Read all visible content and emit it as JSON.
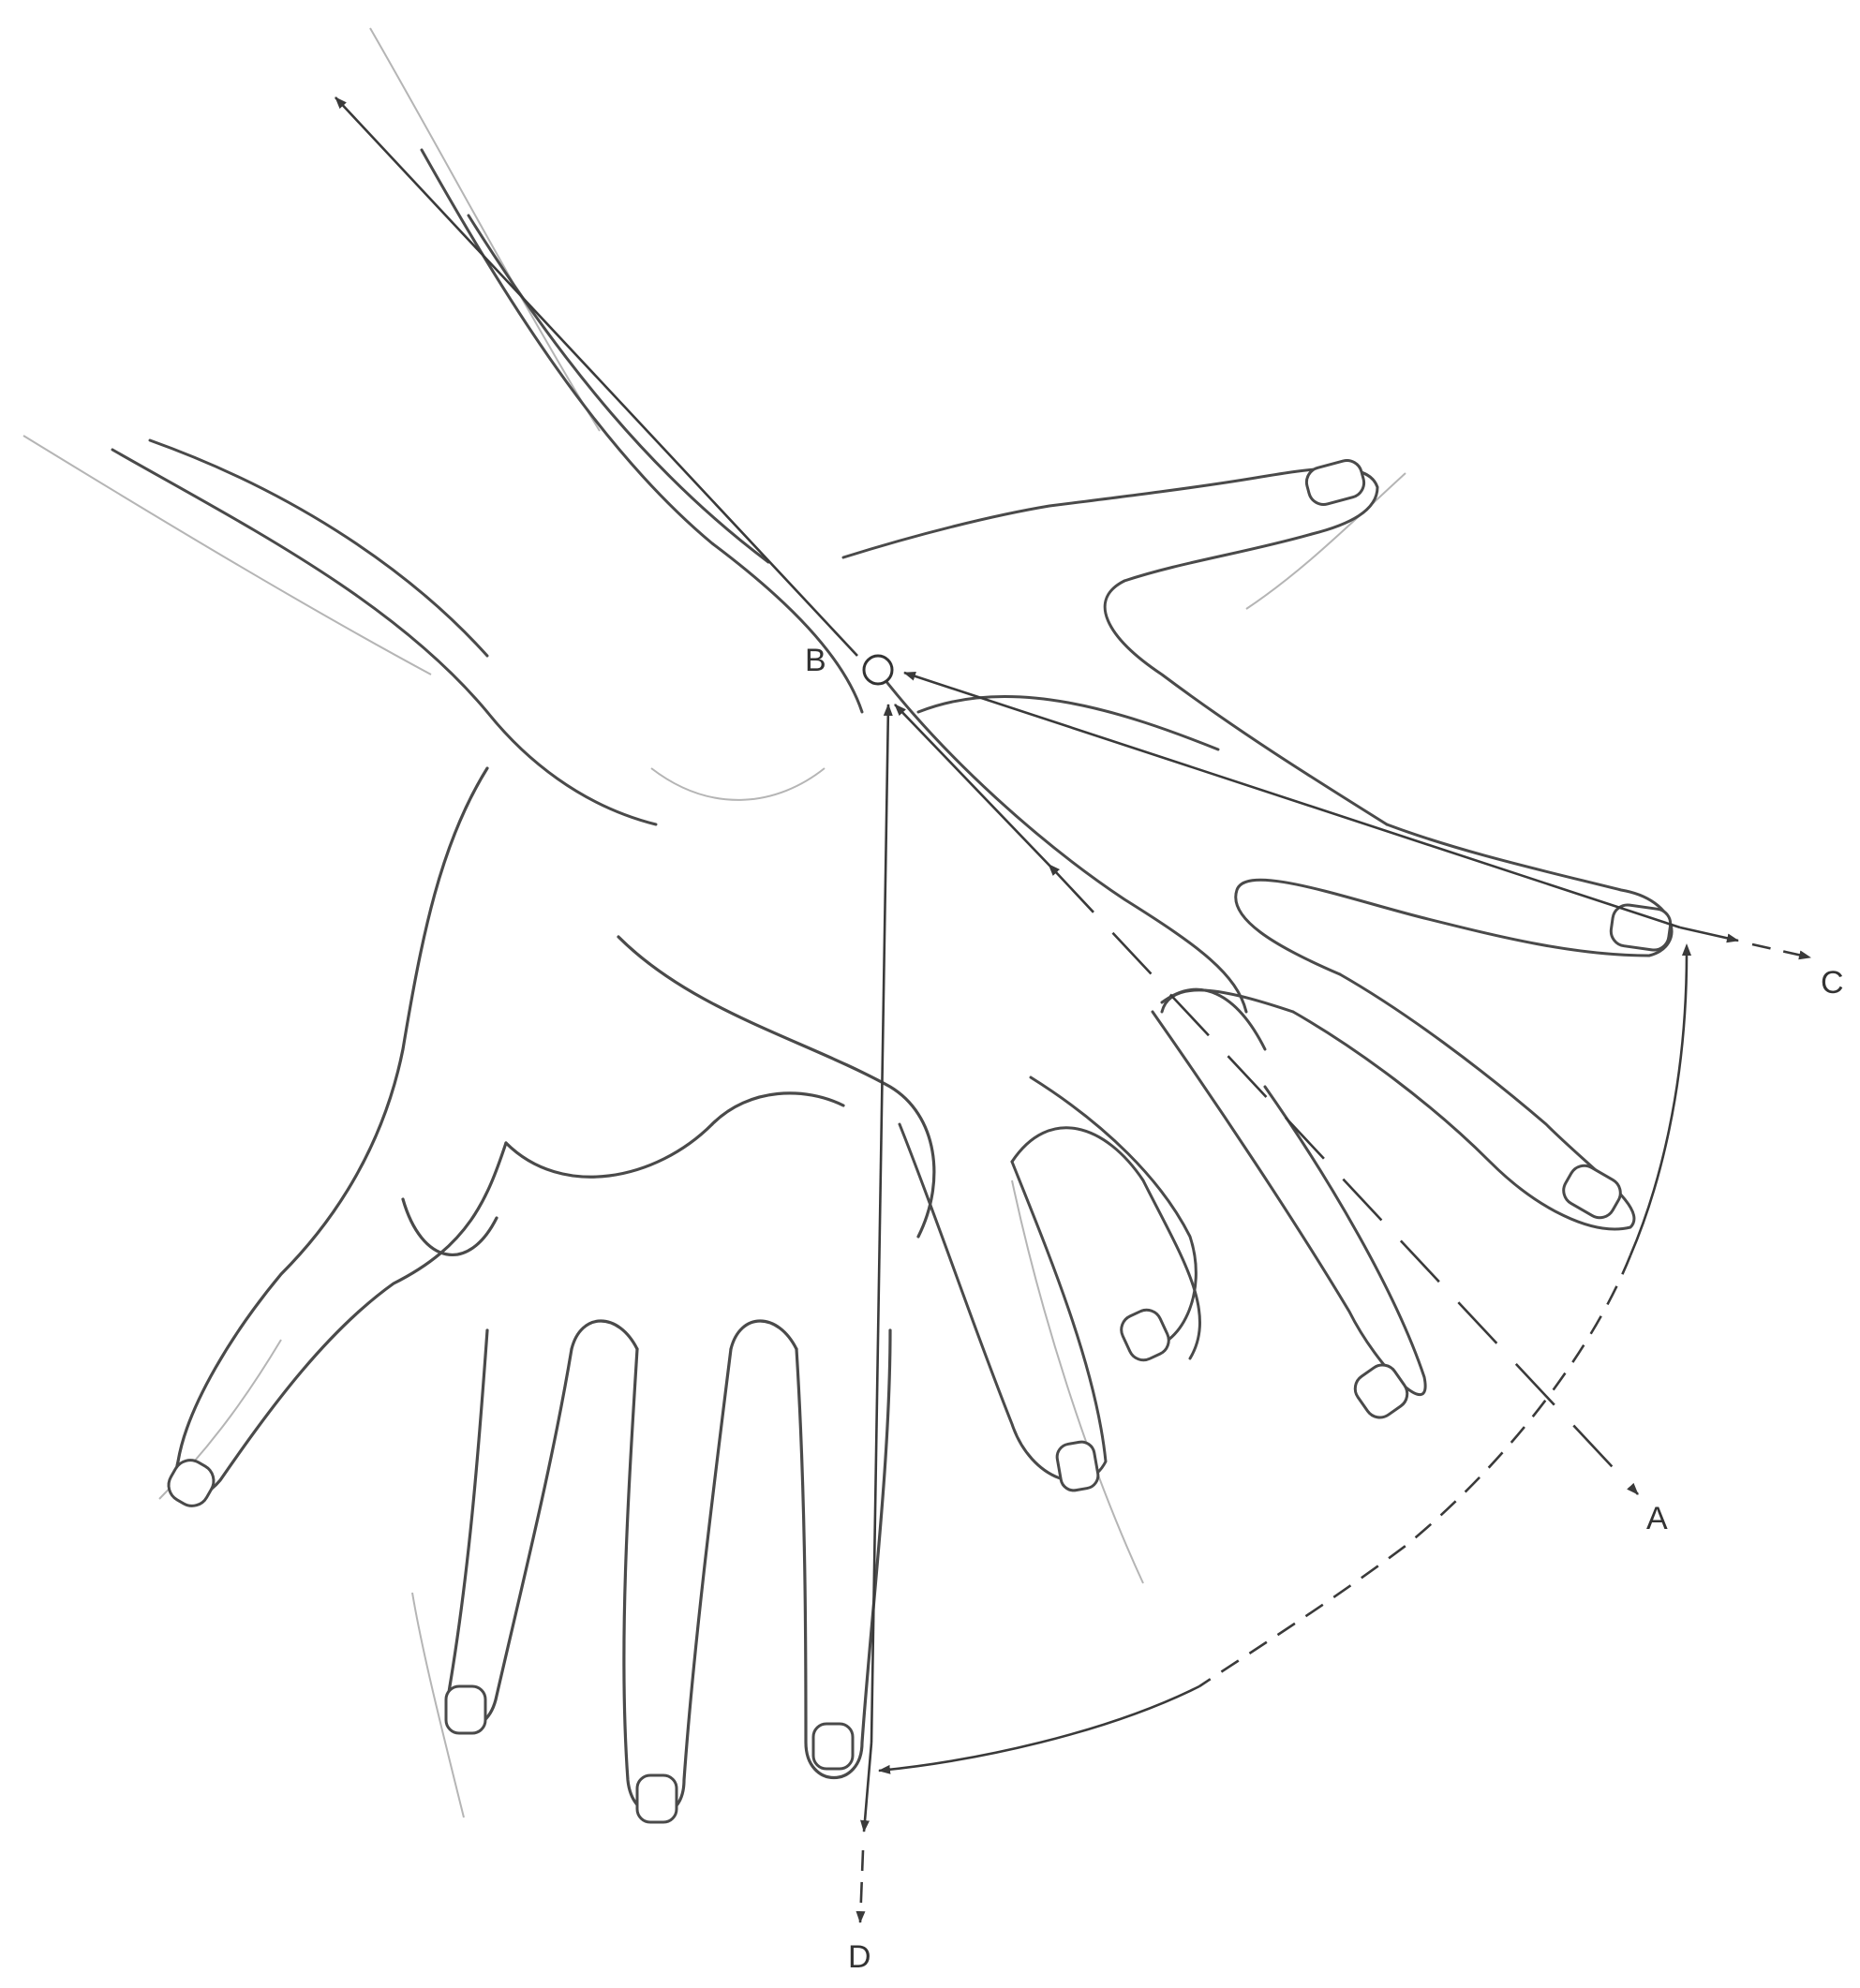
{
  "labels": {
    "a": "A",
    "b": "B",
    "c": "C",
    "d": "D"
  },
  "colors": {
    "ink": "#333333",
    "arrow": "#3a3a3a",
    "sketch": "#4a4a4a",
    "faint": "#9a9a9a",
    "background": "#ffffff"
  },
  "icons": {
    "pivot": "pivot-circle-icon",
    "arrow_head": "arrow-head-icon"
  }
}
